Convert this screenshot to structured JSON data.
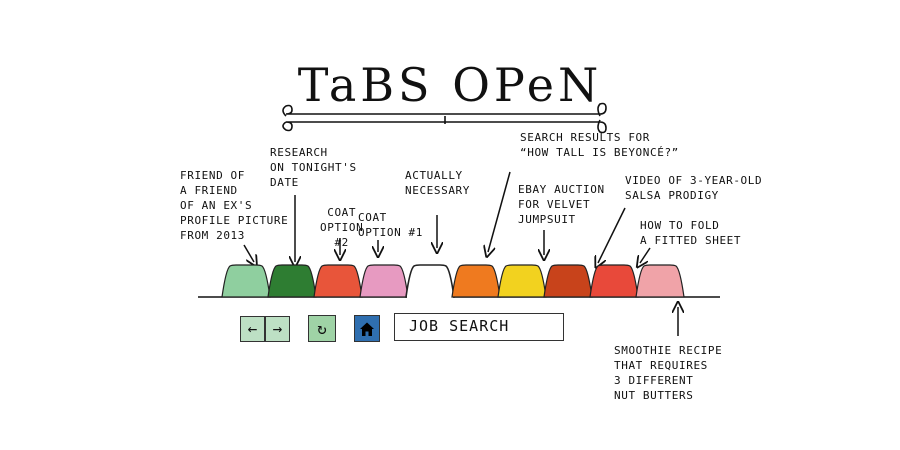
{
  "title": "TaBS OPeN",
  "annotations": {
    "friend": "FRIEND OF\na FRIEND\nOF AN ex's\nPROFILE PicTURE\nFROM 2013",
    "research": "ReSEaRCH\nON TONiGHT'S\nDaTe",
    "coat2": "COaT\nOPTION\n#2",
    "coat1": "COaT\nOPTiON #1",
    "actually": "ACTUaLLY\nNeceSSARY",
    "search_results": "SEaRCH ReSULTS FOR\n“HOW TaLL iS BeYONCÉ?”",
    "ebay": "EBaY AUCTiON\nFOR VELVeT\nJUMPSUiT",
    "salsa": "ViDEO OF 3-YeaR-OLD\nSaLSa PRODiGY",
    "fold": "HOW To FOLD\na FiTTeD SHeeT",
    "smoothie": "SMooTHie RECiPe\nTHaT ReQUiReS\n3 DiFFeReNT\nNUT BUTTeRS"
  },
  "tabs": [
    {
      "id": "friend-profile",
      "color": "#8fcf9f",
      "active": false
    },
    {
      "id": "research-date",
      "color": "#2e7d32",
      "active": false
    },
    {
      "id": "coat-option-2",
      "color": "#e8553a",
      "active": false
    },
    {
      "id": "coat-option-1",
      "color": "#e79ac1",
      "active": false
    },
    {
      "id": "actually-necessary",
      "color": "#ffffff",
      "active": true
    },
    {
      "id": "beyonce-search",
      "color": "#ef7a1f",
      "active": false
    },
    {
      "id": "ebay-jumpsuit",
      "color": "#f2d21f",
      "active": false
    },
    {
      "id": "salsa-video",
      "color": "#c8431b",
      "active": false
    },
    {
      "id": "fitted-sheet",
      "color": "#e8493a",
      "active": false
    },
    {
      "id": "smoothie-recipe",
      "color": "#f0a3a8",
      "active": false
    }
  ],
  "toolbar": {
    "back_icon": "←",
    "forward_icon": "→",
    "reload_icon": "↻",
    "home_icon": "⌂",
    "search_value": "JOB SEARCH"
  }
}
